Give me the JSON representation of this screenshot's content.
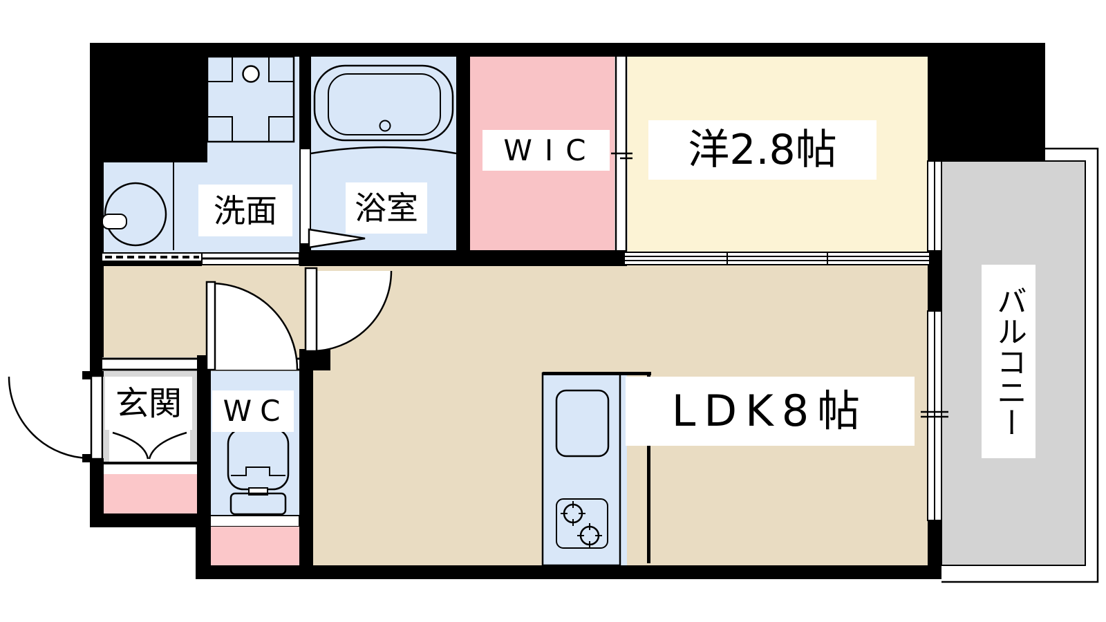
{
  "colors": {
    "wall": "#000000",
    "water_blue": "#d9e7f8",
    "room_pink": "#f9c3c6",
    "cream": "#fcf3d5",
    "beige": "#e9dcc2",
    "balcony_gray": "#d3d3d3",
    "entry_gray": "#d8d8d8",
    "porch_pink": "#fbc7c9",
    "label_bg": "#ffffff"
  },
  "rooms": {
    "washroom": {
      "label": "洗面"
    },
    "bathroom": {
      "label": "浴室"
    },
    "wic": {
      "label": "WIC"
    },
    "bedroom": {
      "label": "洋2.8帖"
    },
    "ldk": {
      "label": "LDK8帖"
    },
    "genkan": {
      "label": "玄関"
    },
    "wc": {
      "label": "WC"
    },
    "balcony": {
      "label": "バルコニー"
    }
  }
}
